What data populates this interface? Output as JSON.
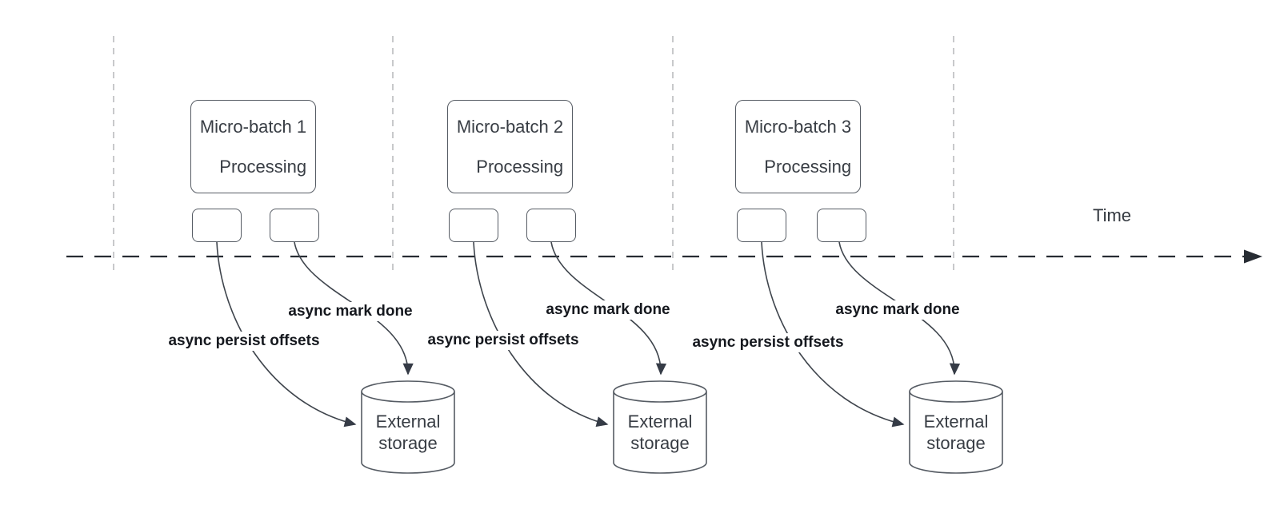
{
  "diagram": {
    "title_semantic": "micro-batch async checkpointing timeline",
    "time_label": "Time",
    "groups": [
      {
        "title_line1": "Micro-batch 1",
        "title_line2": "Processing",
        "persist_label": "async persist offsets",
        "mark_done_label": "async mark done",
        "storage_line1": "External",
        "storage_line2": "storage"
      },
      {
        "title_line1": "Micro-batch 2",
        "title_line2": "Processing",
        "persist_label": "async persist offsets",
        "mark_done_label": "async mark done",
        "storage_line1": "External",
        "storage_line2": "storage"
      },
      {
        "title_line1": "Micro-batch 3",
        "title_line2": "Processing",
        "persist_label": "async persist offsets",
        "mark_done_label": "async mark done",
        "storage_line1": "External",
        "storage_line2": "storage"
      }
    ],
    "colors": {
      "curve_stroke": "#3e444c",
      "arrowhead_fill": "#353b46",
      "shape_border": "#565c64",
      "timeline_stroke": "#272c33",
      "guide_line": "#b5b7ba",
      "label_text": "#15181e",
      "shape_text": "#383d44",
      "background": "#ffffff"
    }
  }
}
